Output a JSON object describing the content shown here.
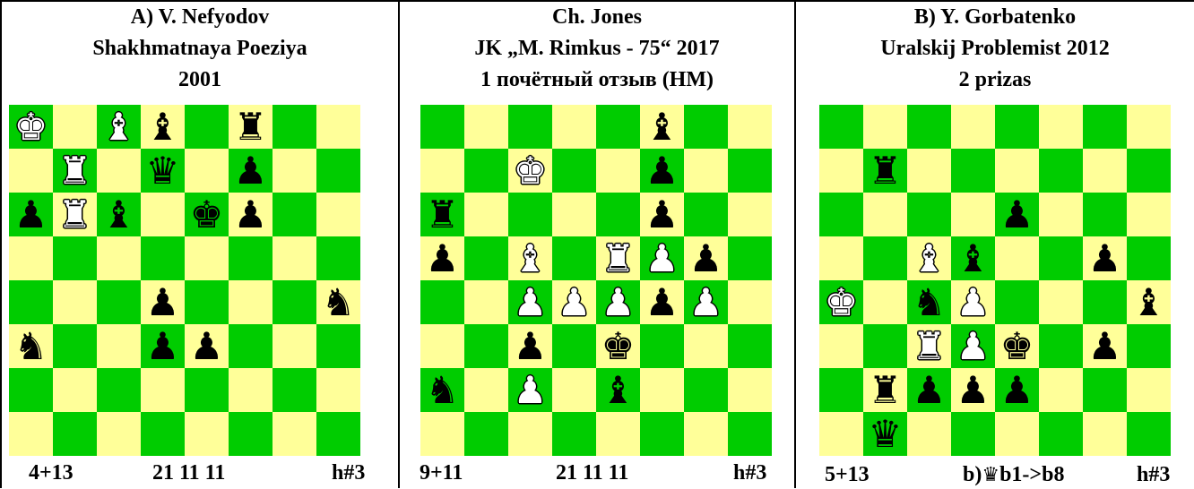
{
  "problems": [
    {
      "title_lines": [
        "A)  V. Nefyodov",
        "Shakhmatnaya Poeziya",
        "2001"
      ],
      "footer": {
        "count": "4+13",
        "code": "21 11 11",
        "stipulation": "h#3"
      },
      "pieces": [
        {
          "sq": "a8",
          "p": "K",
          "c": "w"
        },
        {
          "sq": "c8",
          "p": "B",
          "c": "w"
        },
        {
          "sq": "d8",
          "p": "B",
          "c": "b"
        },
        {
          "sq": "f8",
          "p": "R",
          "c": "b"
        },
        {
          "sq": "b7",
          "p": "R",
          "c": "w"
        },
        {
          "sq": "d7",
          "p": "Q",
          "c": "b"
        },
        {
          "sq": "f7",
          "p": "P",
          "c": "b"
        },
        {
          "sq": "a6",
          "p": "P",
          "c": "b"
        },
        {
          "sq": "b6",
          "p": "R",
          "c": "w"
        },
        {
          "sq": "c6",
          "p": "B",
          "c": "b"
        },
        {
          "sq": "e6",
          "p": "K",
          "c": "b"
        },
        {
          "sq": "f6",
          "p": "P",
          "c": "b"
        },
        {
          "sq": "d4",
          "p": "P",
          "c": "b"
        },
        {
          "sq": "h4",
          "p": "N",
          "c": "b"
        },
        {
          "sq": "a3",
          "p": "N",
          "c": "b"
        },
        {
          "sq": "d3",
          "p": "P",
          "c": "b"
        },
        {
          "sq": "e3",
          "p": "P",
          "c": "b"
        }
      ]
    },
    {
      "title_lines": [
        "Ch. Jones",
        "JK „M. Rimkus - 75“ 2017",
        "1 почётный отзыв (HM)"
      ],
      "footer": {
        "count": "9+11",
        "code": "21 11 11",
        "stipulation": "h#3"
      },
      "pieces": [
        {
          "sq": "f8",
          "p": "B",
          "c": "b"
        },
        {
          "sq": "c7",
          "p": "K",
          "c": "w"
        },
        {
          "sq": "f7",
          "p": "P",
          "c": "b"
        },
        {
          "sq": "a6",
          "p": "R",
          "c": "b"
        },
        {
          "sq": "f6",
          "p": "P",
          "c": "b"
        },
        {
          "sq": "a5",
          "p": "P",
          "c": "b"
        },
        {
          "sq": "c5",
          "p": "B",
          "c": "w"
        },
        {
          "sq": "e5",
          "p": "R",
          "c": "w"
        },
        {
          "sq": "f5",
          "p": "P",
          "c": "w"
        },
        {
          "sq": "g5",
          "p": "P",
          "c": "b"
        },
        {
          "sq": "c4",
          "p": "P",
          "c": "w"
        },
        {
          "sq": "d4",
          "p": "P",
          "c": "w"
        },
        {
          "sq": "e4",
          "p": "P",
          "c": "w"
        },
        {
          "sq": "f4",
          "p": "P",
          "c": "b"
        },
        {
          "sq": "g4",
          "p": "P",
          "c": "w"
        },
        {
          "sq": "c3",
          "p": "P",
          "c": "b"
        },
        {
          "sq": "e3",
          "p": "K",
          "c": "b"
        },
        {
          "sq": "a2",
          "p": "N",
          "c": "b"
        },
        {
          "sq": "c2",
          "p": "P",
          "c": "w"
        },
        {
          "sq": "e2",
          "p": "B",
          "c": "b"
        }
      ]
    },
    {
      "title_lines": [
        "B) Y. Gorbatenko",
        "Uralskij Problemist 2012",
        "2  prizas"
      ],
      "footer": {
        "count": "5+13",
        "twin_prefix": "b)",
        "twin_icon": "queen-icon",
        "twin_text": "b1->b8",
        "stipulation": "h#3"
      },
      "pieces": [
        {
          "sq": "b7",
          "p": "R",
          "c": "b"
        },
        {
          "sq": "e6",
          "p": "P",
          "c": "b"
        },
        {
          "sq": "c5",
          "p": "B",
          "c": "w"
        },
        {
          "sq": "d5",
          "p": "B",
          "c": "b"
        },
        {
          "sq": "g5",
          "p": "P",
          "c": "b"
        },
        {
          "sq": "a4",
          "p": "K",
          "c": "w"
        },
        {
          "sq": "c4",
          "p": "N",
          "c": "b"
        },
        {
          "sq": "d4",
          "p": "P",
          "c": "w"
        },
        {
          "sq": "h4",
          "p": "B",
          "c": "b"
        },
        {
          "sq": "c3",
          "p": "R",
          "c": "w"
        },
        {
          "sq": "d3",
          "p": "P",
          "c": "w"
        },
        {
          "sq": "e3",
          "p": "K",
          "c": "b"
        },
        {
          "sq": "g3",
          "p": "P",
          "c": "b"
        },
        {
          "sq": "b2",
          "p": "R",
          "c": "b"
        },
        {
          "sq": "c2",
          "p": "P",
          "c": "b"
        },
        {
          "sq": "d2",
          "p": "P",
          "c": "b"
        },
        {
          "sq": "e2",
          "p": "P",
          "c": "b"
        },
        {
          "sq": "b1",
          "p": "Q",
          "c": "b"
        }
      ]
    }
  ]
}
